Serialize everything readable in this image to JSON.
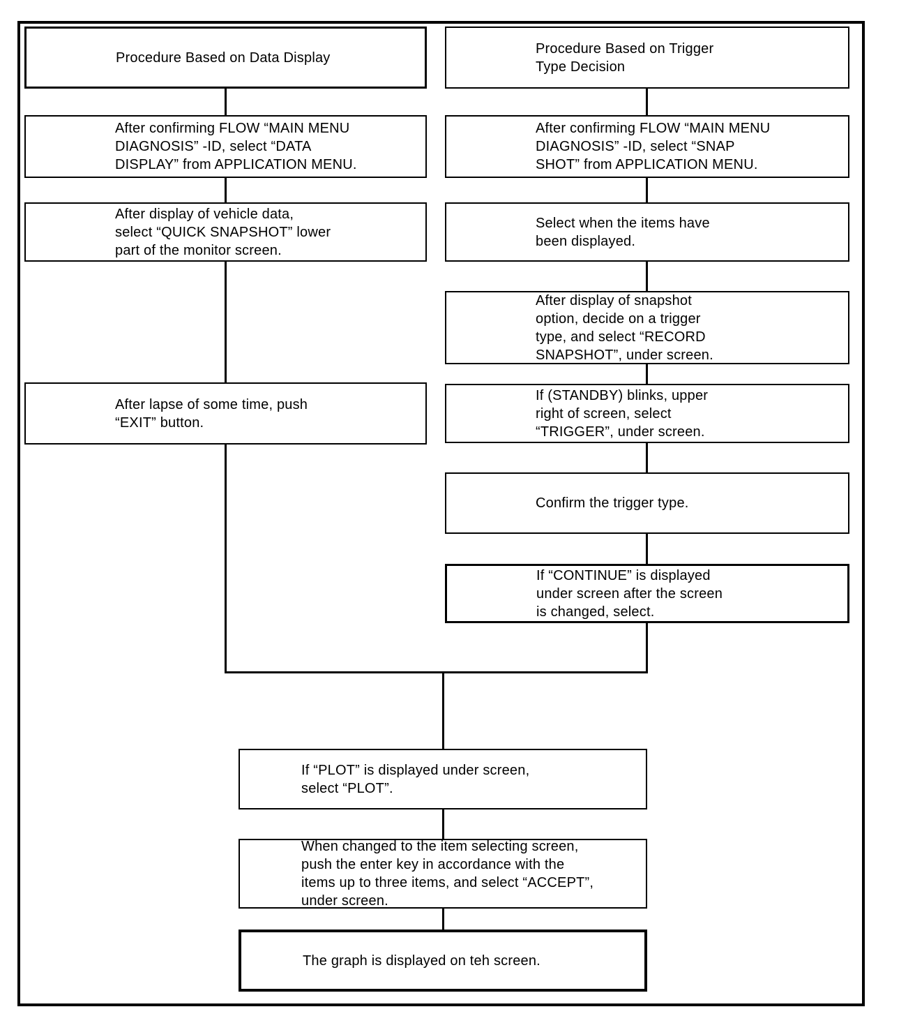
{
  "colors": {
    "ink": "#000000",
    "paper": "#ffffff"
  },
  "boxes": {
    "l1": {
      "text": "Procedure Based on Data Display"
    },
    "l2": {
      "text": "After confirming FLOW “MAIN MENU\nDIAGNOSIS” -ID, select “DATA\nDISPLAY” from APPLICATION MENU."
    },
    "l3": {
      "text": "After display of vehicle data,\nselect “QUICK SNAPSHOT” lower\npart of the monitor screen."
    },
    "l4": {
      "text": "After lapse of some time, push\n“EXIT” button."
    },
    "r1": {
      "text": "Procedure Based on Trigger\nType Decision"
    },
    "r2": {
      "text": "After confirming FLOW “MAIN MENU\nDIAGNOSIS” -ID, select “SNAP\nSHOT” from APPLICATION MENU."
    },
    "r3": {
      "text": "Select when the items have\nbeen displayed."
    },
    "r4": {
      "text": "After display of snapshot\noption, decide on a trigger\ntype, and select “RECORD\nSNAPSHOT”, under screen."
    },
    "r5": {
      "text": "If (STANDBY) blinks, upper\nright of screen, select\n“TRIGGER”, under screen."
    },
    "r6": {
      "text": "Confirm the trigger type."
    },
    "r7": {
      "text": "If “CONTINUE” is displayed\nunder screen after the screen\nis changed, select."
    },
    "b1": {
      "text": "If “PLOT” is displayed under screen,\nselect “PLOT”."
    },
    "b2": {
      "text": "When changed to the item selecting screen,\npush the enter key in accordance with the\nitems up to three items, and select “ACCEPT”,\nunder screen."
    },
    "b3": {
      "text": "The graph is displayed on teh screen."
    }
  }
}
